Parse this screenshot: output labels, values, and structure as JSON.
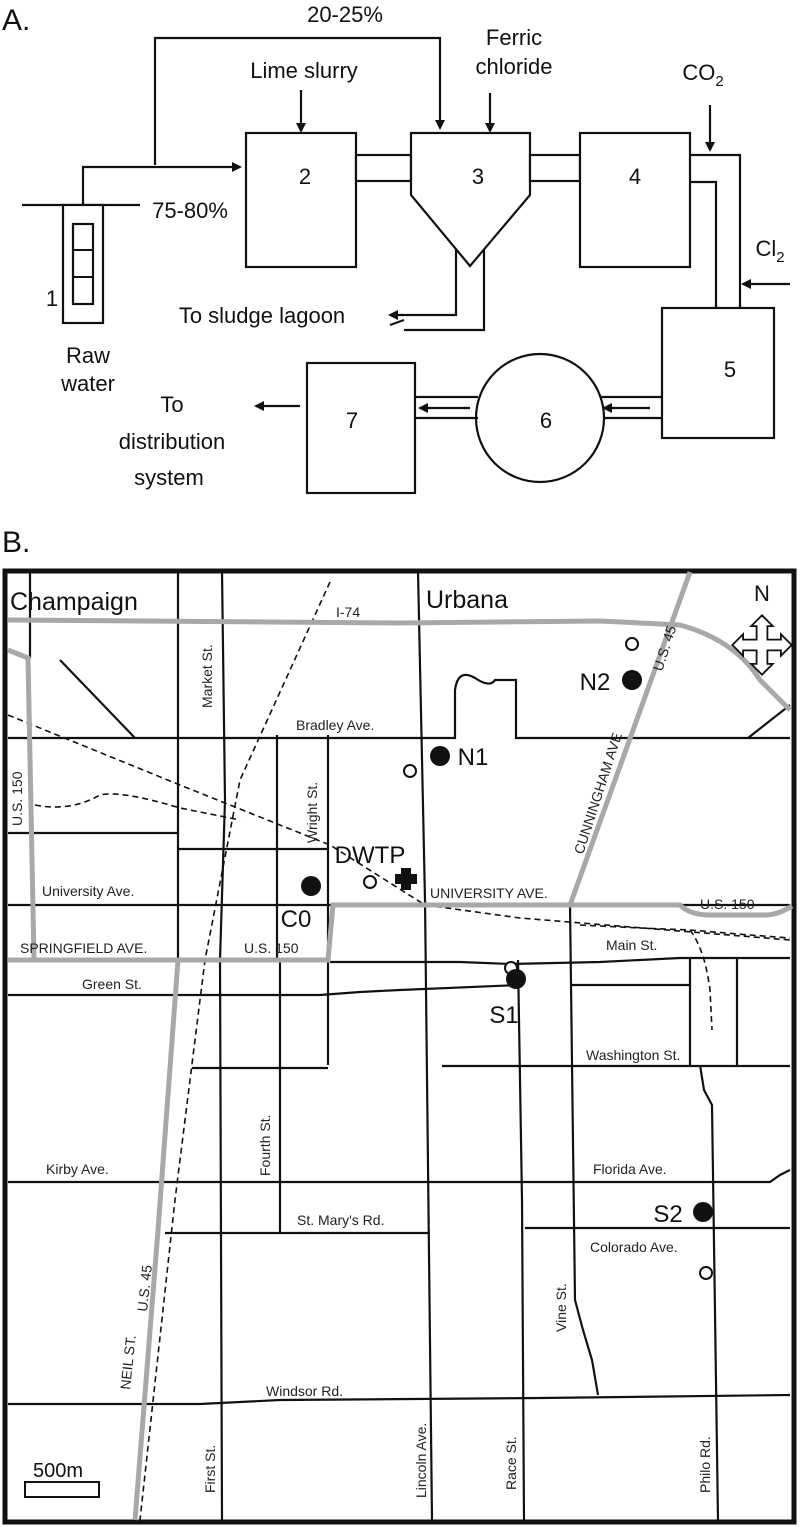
{
  "panel_a": {
    "label": "A.",
    "split_top": "20-25%",
    "split_main": "75-80%",
    "lime": "Lime slurry",
    "ferric_1": "Ferric",
    "ferric_2": "chloride",
    "co2": "CO",
    "co2_sub": "2",
    "cl2": "Cl",
    "cl2_sub": "2",
    "sludge": "To sludge lagoon",
    "raw_1": "Raw",
    "raw_2": "water",
    "dist_1": "To",
    "dist_2": "distribution",
    "dist_3": "system",
    "units": [
      "1",
      "2",
      "3",
      "4",
      "5",
      "6",
      "7"
    ]
  },
  "panel_b": {
    "label": "B.",
    "cities": [
      "Champaign",
      "Urbana"
    ],
    "north": "N",
    "scale": "500m",
    "sites": {
      "n2": "N2",
      "n1": "N1",
      "dwtp": "DWTP",
      "c0": "C0",
      "s1": "S1",
      "s2": "S2"
    },
    "streets": {
      "i74": "I-74",
      "us45_ne": "U.S. 45",
      "market": "Market St.",
      "bradley": "Bradley Ave.",
      "cunningham": "CUNNINGHAM AVE",
      "us150_w": "U.S. 150",
      "wright": "Wright St.",
      "university": "University Ave.",
      "university_caps": "UNIVERSITY AVE.",
      "us150_e": "U.S. 150",
      "springfield": "SPRINGFIELD AVE.",
      "us150_mid": "U.S. 150",
      "main": "Main St.",
      "green": "Green St.",
      "washington": "Washington St.",
      "fourth": "Fourth St.",
      "kirby": "Kirby Ave.",
      "florida": "Florida Ave.",
      "stmarys": "St. Mary's Rd.",
      "colorado": "Colorado Ave.",
      "us45_sw": "U.S. 45",
      "vine": "Vine St.",
      "neil": "NEIL ST.",
      "windsor": "Windsor Rd.",
      "first": "First St.",
      "lincoln": "Lincoln Ave.",
      "race": "Race St.",
      "philo": "Philo Rd."
    }
  }
}
